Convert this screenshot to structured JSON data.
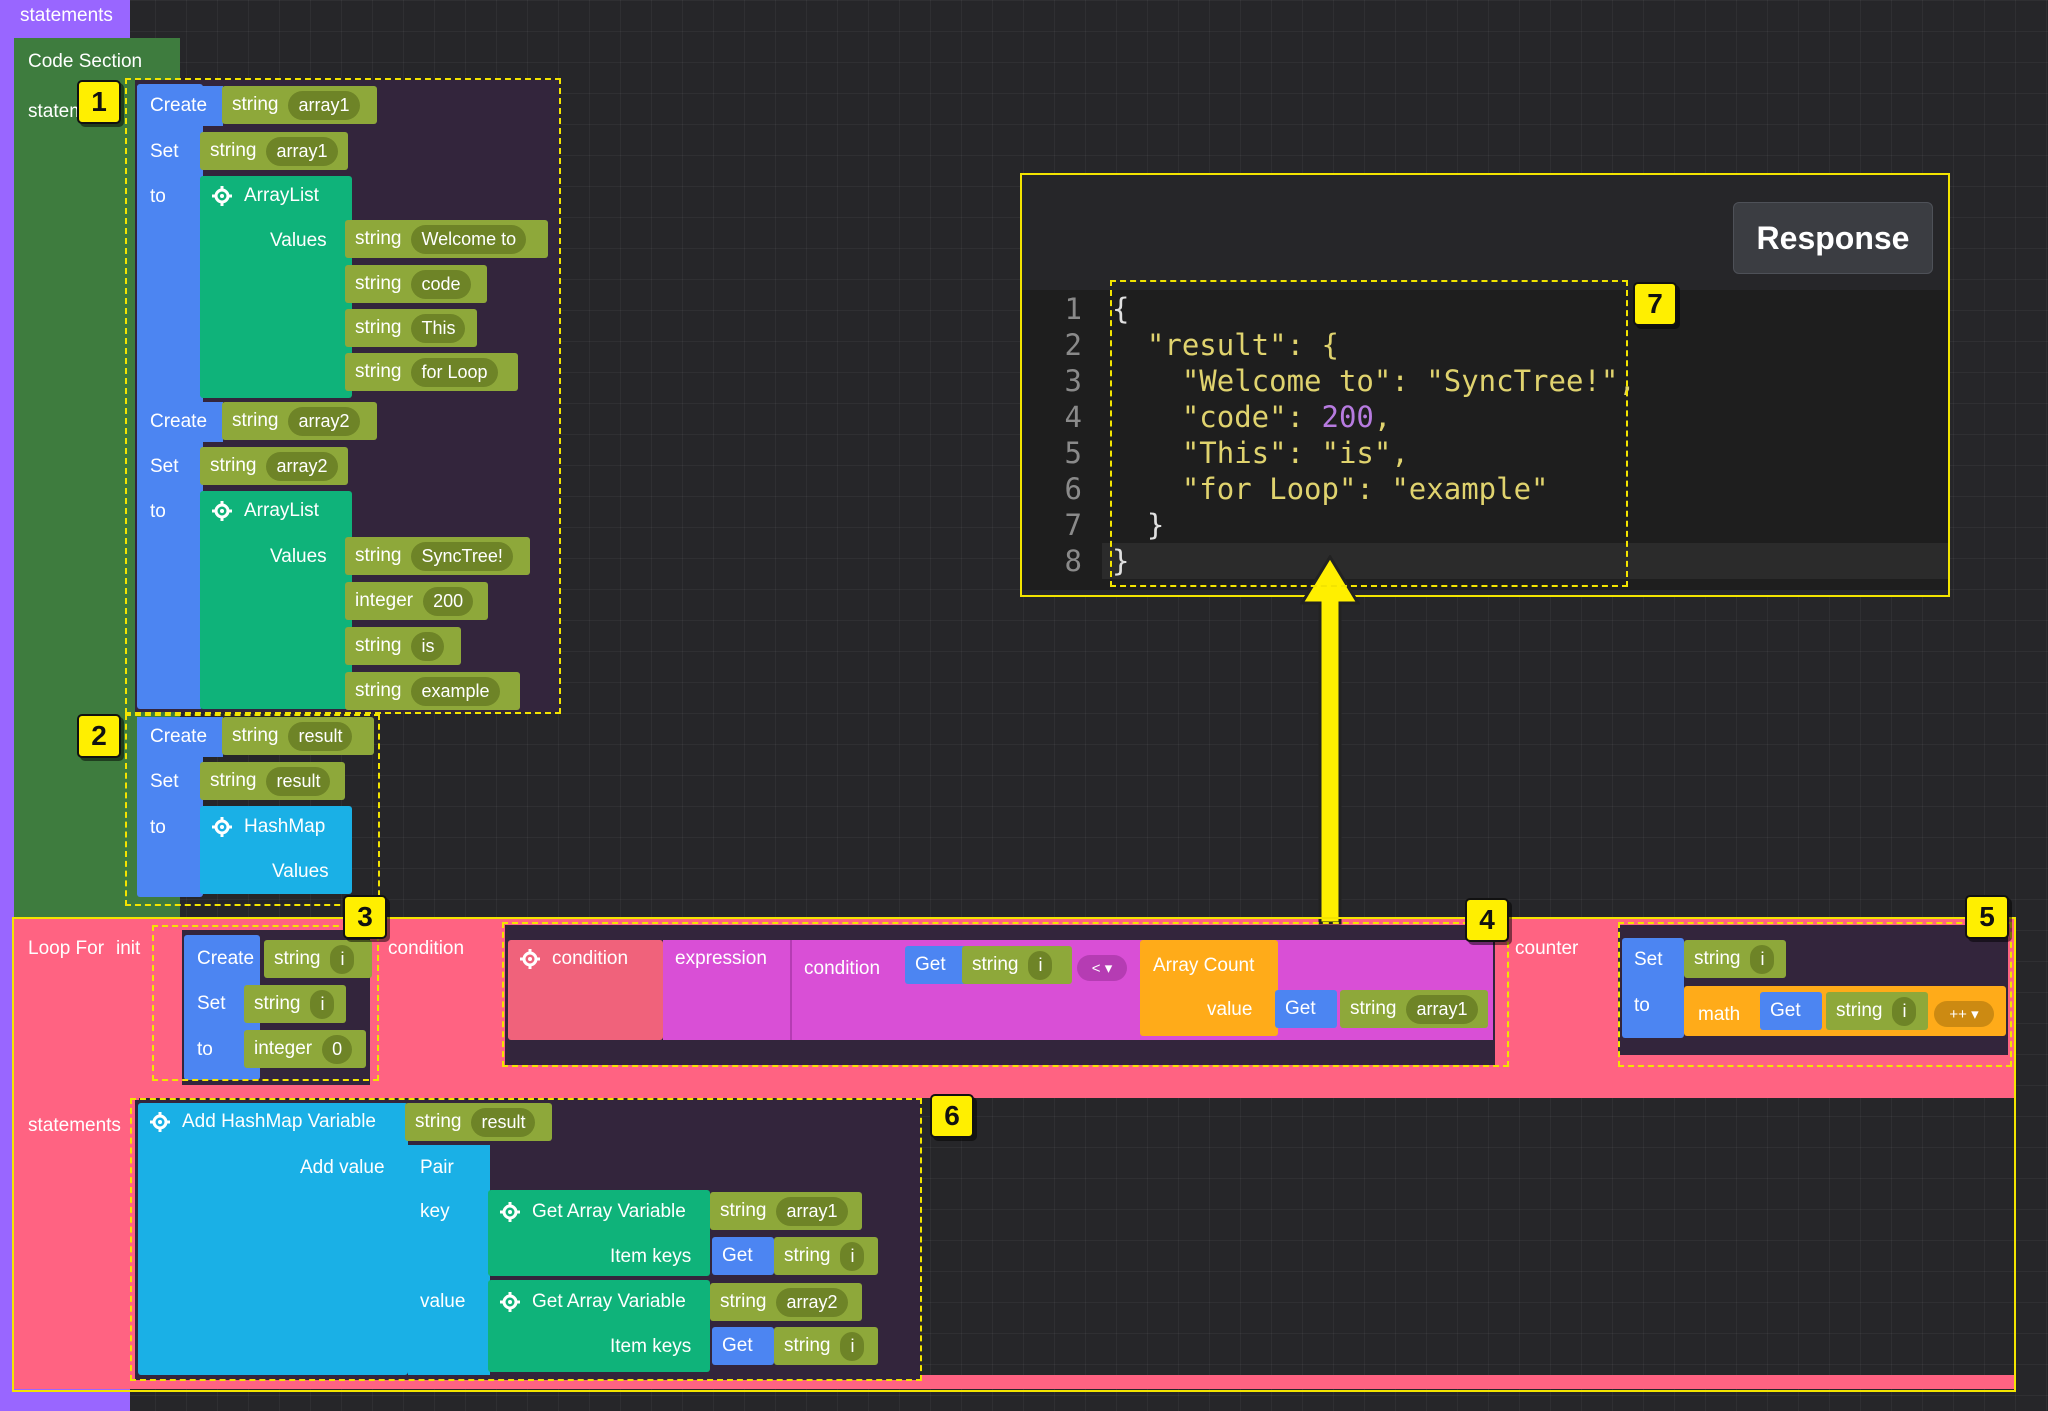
{
  "left_bar": {
    "label": "statements",
    "color": "#9966ff"
  },
  "code_section": {
    "title": "Code Section",
    "label": "statements"
  },
  "block1": {
    "create": "Create",
    "create_type": "string",
    "create_name": "array1",
    "set": "Set",
    "set_type": "string",
    "set_name": "array1",
    "to": "to",
    "list_label": "ArrayList",
    "values_label": "Values",
    "values": [
      {
        "type": "string",
        "value": "Welcome to"
      },
      {
        "type": "string",
        "value": "code"
      },
      {
        "type": "string",
        "value": "This"
      },
      {
        "type": "string",
        "value": "for Loop"
      }
    ],
    "create2": "Create",
    "create2_type": "string",
    "create2_name": "array2",
    "set2": "Set",
    "set2_type": "string",
    "set2_name": "array2",
    "to2": "to",
    "list2_label": "ArrayList",
    "values2_label": "Values",
    "values2": [
      {
        "type": "string",
        "value": "SyncTree!"
      },
      {
        "type": "integer",
        "value": "200"
      },
      {
        "type": "string",
        "value": "is"
      },
      {
        "type": "string",
        "value": "example"
      }
    ]
  },
  "block2": {
    "create": "Create",
    "create_type": "string",
    "create_name": "result",
    "set": "Set",
    "set_type": "string",
    "set_name": "result",
    "to": "to",
    "map_label": "HashMap",
    "values_label": "Values"
  },
  "loop": {
    "loop_label": "Loop For",
    "init_label": "init",
    "condition_label": "condition",
    "counter_label": "counter",
    "statements_label": "statements",
    "init": {
      "create": "Create",
      "create_type": "string",
      "create_name": "i",
      "set": "Set",
      "set_type": "string",
      "set_name": "i",
      "to": "to",
      "to_type": "integer",
      "to_value": "0"
    },
    "condition": {
      "cond_label": "condition",
      "expression_label": "expression",
      "inner_cond_label": "condition",
      "get": "Get",
      "get_type": "string",
      "get_name": "i",
      "operator": "< ▾",
      "count_label": "Array Count",
      "value_label": "value",
      "get2": "Get",
      "get2_type": "string",
      "get2_name": "array1"
    },
    "counter": {
      "set": "Set",
      "set_type": "string",
      "set_name": "i",
      "to": "to",
      "math": "math",
      "get": "Get",
      "get_type": "string",
      "get_name": "i",
      "op": "++ ▾"
    },
    "body": {
      "title": "Add HashMap Variable",
      "title_type": "string",
      "title_name": "result",
      "add_value": "Add value",
      "pair": "Pair",
      "key": "key",
      "value": "value",
      "get_array1": "Get Array Variable",
      "get_array1_type": "string",
      "get_array1_name": "array1",
      "item_keys1": "Item keys",
      "ik1_get": "Get",
      "ik1_type": "string",
      "ik1_name": "i",
      "get_array2": "Get Array Variable",
      "get_array2_type": "string",
      "get_array2_name": "array2",
      "item_keys2": "Item keys",
      "ik2_get": "Get",
      "ik2_type": "string",
      "ik2_name": "i"
    }
  },
  "response": {
    "button": "Response",
    "lines": [
      {
        "n": "1",
        "text": "{"
      },
      {
        "n": "2",
        "text": "  \"result\": {"
      },
      {
        "n": "3",
        "text": "    \"Welcome to\": \"SyncTree!\","
      },
      {
        "n": "4",
        "key": "    \"code\": ",
        "num": "200",
        "tail": ","
      },
      {
        "n": "5",
        "text": "    \"This\": \"is\","
      },
      {
        "n": "6",
        "text": "    \"for Loop\": \"example\""
      },
      {
        "n": "7",
        "text": "  }"
      },
      {
        "n": "8",
        "text": "}"
      }
    ]
  },
  "badges": [
    "1",
    "2",
    "3",
    "4",
    "5",
    "6",
    "7"
  ]
}
